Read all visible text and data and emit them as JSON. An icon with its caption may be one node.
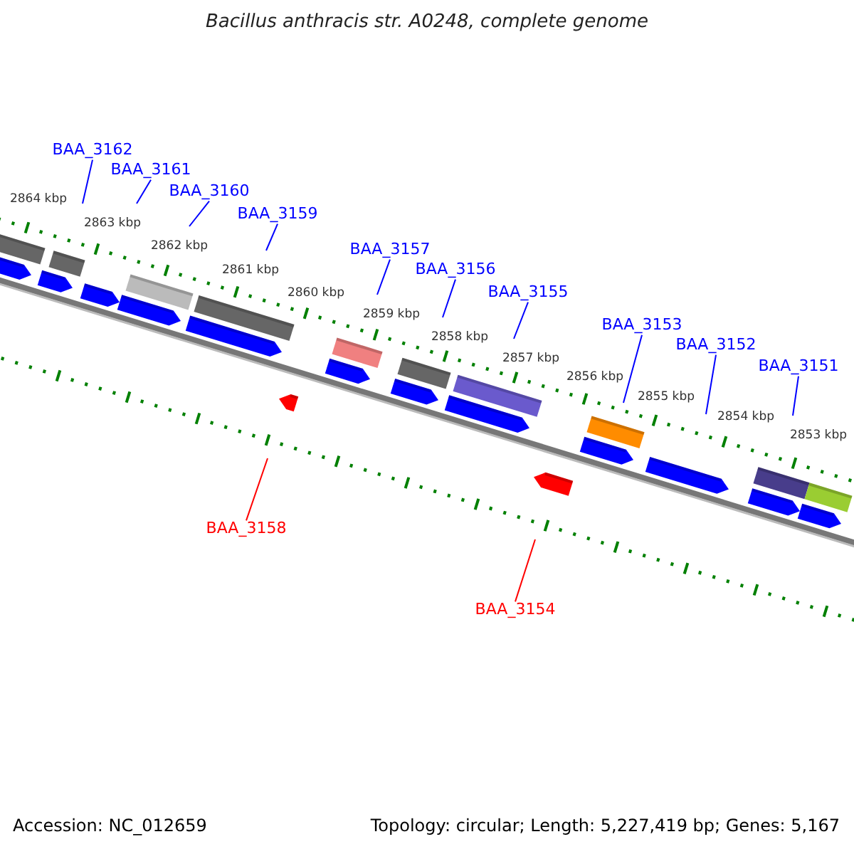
{
  "diagram": {
    "title": "Bacillus anthracis str. A0248, complete genome",
    "nodes": [
      {
        "text": [
          "BAA_3162"
        ]
      },
      {
        "text": [
          "BAA_3161"
        ]
      },
      {
        "text": [
          "BAA_3160"
        ]
      },
      {
        "text": [
          "BAA_3159"
        ]
      },
      {
        "text": [
          "BAA_3157"
        ]
      },
      {
        "text": [
          "BAA_3156"
        ]
      },
      {
        "text": [
          "BAA_3155"
        ]
      },
      {
        "text": [
          "BAA_3153"
        ]
      },
      {
        "text": [
          "BAA_3152"
        ]
      },
      {
        "text": [
          "BAA_3151"
        ]
      },
      {
        "text": [
          "BAA_3158"
        ]
      },
      {
        "text": [
          "BAA_3154"
        ]
      }
    ],
    "edges": [
      {
        "from": 0,
        "to": null,
        "arrow": "none"
      },
      {
        "from": 1,
        "to": null,
        "arrow": "none"
      },
      {
        "from": 2,
        "to": null,
        "arrow": "none"
      },
      {
        "from": 3,
        "to": null,
        "arrow": "none"
      },
      {
        "from": 4,
        "to": null,
        "arrow": "none"
      },
      {
        "from": 5,
        "to": null,
        "arrow": "none"
      },
      {
        "from": 6,
        "to": null,
        "arrow": "none"
      },
      {
        "from": 7,
        "to": null,
        "arrow": "none"
      },
      {
        "from": 8,
        "to": null,
        "arrow": "none"
      },
      {
        "from": 9,
        "to": null,
        "arrow": "none"
      },
      {
        "from": 10,
        "to": null,
        "arrow": "none",
        "color": "#ff0000"
      },
      {
        "from": 11,
        "to": null,
        "arrow": "none",
        "color": "#ff0000"
      }
    ],
    "labels": [
      "2864 kbp",
      "2863 kbp",
      "2862 kbp",
      "2861 kbp",
      "2860 kbp",
      "2859 kbp",
      "2858 kbp",
      "2857 kbp",
      "2856 kbp",
      "2855 kbp",
      "2854 kbp",
      "2853 kbp",
      "Accession: NC_012659",
      "Topology: circular; Length: 5,227,419 bp; Genes: 5,167"
    ]
  }
}
